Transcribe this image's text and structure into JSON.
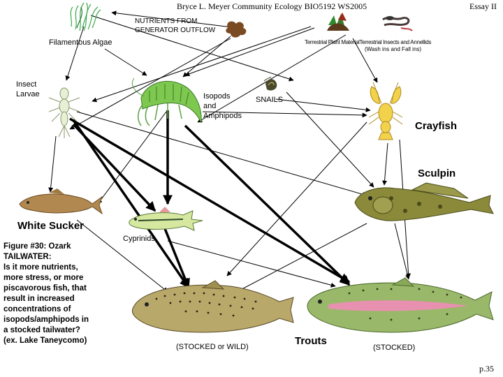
{
  "header": {
    "author_course": "Bryce L. Meyer  Community Ecology BIO5192 WS2005",
    "essay": "Essay II",
    "page": "p.35"
  },
  "nodes": {
    "filamentous_algae": "Filamentous Algae",
    "nutrients": [
      "NUTRIENTS FROM",
      "GENERATOR OUTFLOW"
    ],
    "terrestrial_plant": "Terrestrial Plant Material",
    "terrestrial_insects": "Terrestrial Insects and Annellids",
    "wash_ins": "(Wash ins and Fall ins)",
    "insect_larvae": [
      "Insect",
      "Larvae"
    ],
    "isopods": [
      "Isopods",
      "and",
      "Amphipods"
    ],
    "snails": "SNAILS",
    "crayfish": "Crayfish",
    "sculpin": "Sculpin",
    "white_sucker": "White Sucker",
    "cyprinids": "Cyprinids",
    "trouts": "Trouts",
    "stocked_or_wild": "(STOCKED or WILD)",
    "stocked": "(STOCKED)"
  },
  "caption": [
    "Figure #30: Ozark",
    "TAILWATER:",
    "Is it more nutrients,",
    "more stress, or more",
    "piscavorous fish, that",
    "result in increased",
    "concentrations of",
    "isopods/amphipods in",
    "a stocked tailwater?",
    "(ex. Lake Taneycomo)"
  ],
  "colors": {
    "algae": "#3aa84a",
    "amphipod": "#7ec850",
    "crayfish": "#f2d24a",
    "sucker": "#b08850",
    "cyprinid": "#d6e8a0",
    "sculpin": "#8a8a3a",
    "brown_trout": "#b8a86a",
    "rainbow_trout": "#9ab86a",
    "rainbow_stripe": "#e890b0"
  }
}
